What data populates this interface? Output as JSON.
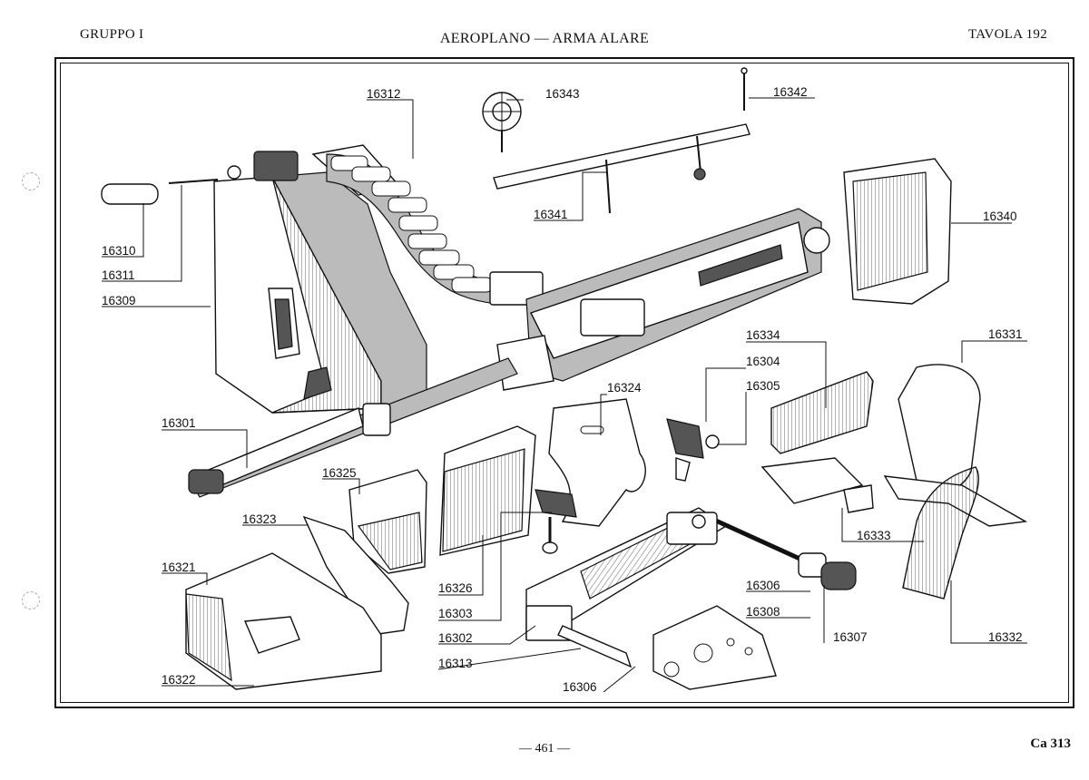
{
  "header": {
    "left": "GRUPPO I",
    "center": "AEROPLANO — ARMA ALARE",
    "right": "TAVOLA 192"
  },
  "footer": {
    "page": "— 461 —",
    "code": "Ca 313"
  },
  "parts": {
    "p16312": "16312",
    "p16343": "16343",
    "p16342": "16342",
    "p16340": "16340",
    "p16341": "16341",
    "p16310": "16310",
    "p16311": "16311",
    "p16309": "16309",
    "p16334": "16334",
    "p16331": "16331",
    "p16304": "16304",
    "p16324": "16324",
    "p16305": "16305",
    "p16301": "16301",
    "p16325": "16325",
    "p16323": "16323",
    "p16333": "16333",
    "p16321": "16321",
    "p16326": "16326",
    "p16306a": "16306",
    "p16303": "16303",
    "p16308": "16308",
    "p16302": "16302",
    "p16307": "16307",
    "p16332": "16332",
    "p16313": "16313",
    "p16322": "16322",
    "p16306b": "16306"
  }
}
